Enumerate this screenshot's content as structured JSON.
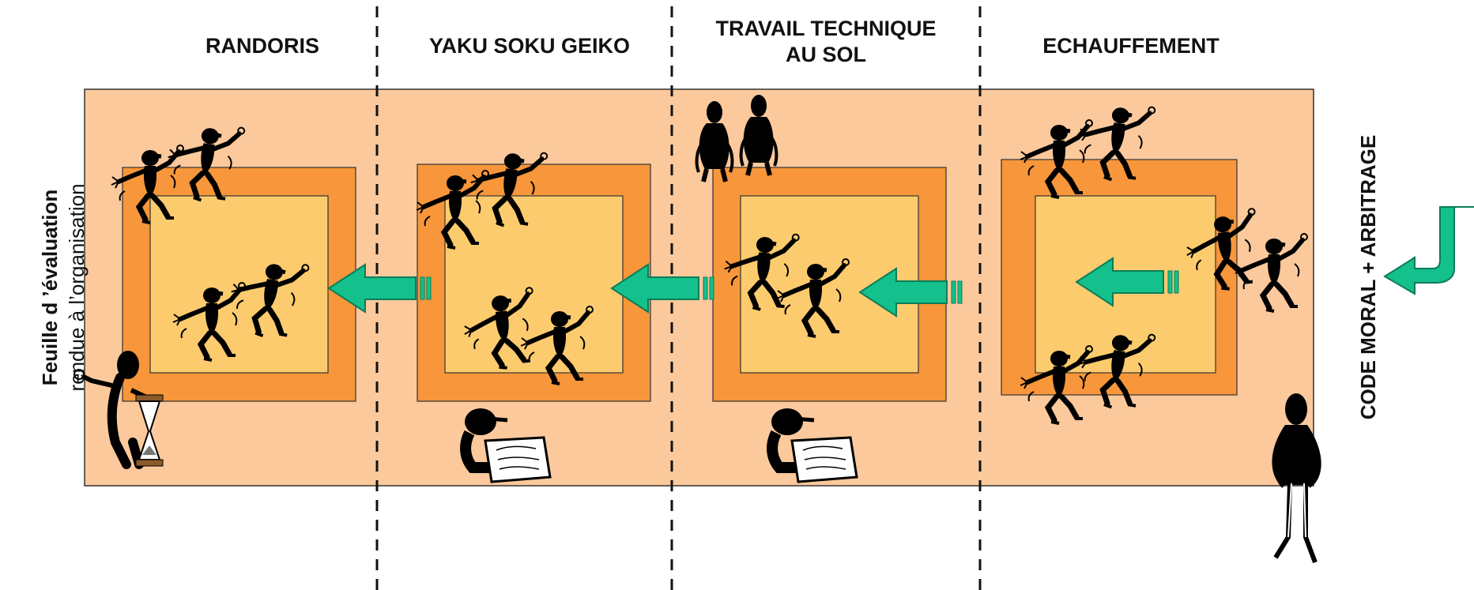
{
  "sections": [
    {
      "title_lines": [
        "RANDORIS"
      ]
    },
    {
      "title_lines": [
        "YAKU SOKU GEIKO"
      ]
    },
    {
      "title_lines": [
        "TRAVAIL TECHNIQUE",
        "AU SOL"
      ]
    },
    {
      "title_lines": [
        "ECHAUFFEMENT"
      ]
    }
  ],
  "left_label": {
    "line1": "Feuille d ’évaluation",
    "line2": "rendue à l’organisation"
  },
  "right_label": "CODE MORAL + ARBITRAGE",
  "colors": {
    "background_band": "#FBC99C",
    "outer_mat": "#F7963A",
    "inner_mat": "#FCCB6E",
    "arrow": "#14C08C",
    "figure": "#000000"
  },
  "icons": [
    "judoka-figure",
    "arrow-left",
    "hourglass",
    "referee-figure",
    "notebook-figure",
    "sitting-judoka",
    "return-arrow"
  ]
}
